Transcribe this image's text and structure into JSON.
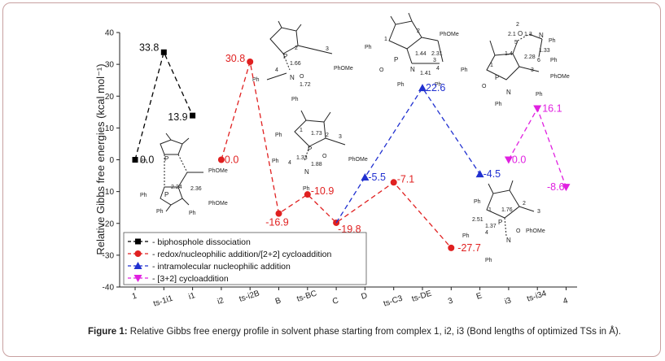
{
  "chart_data": {
    "type": "line",
    "ylabel": "Relative Gibbs free energies (kcal mol⁻¹)",
    "ylim": [
      -40,
      40
    ],
    "yticks": [
      -40,
      -30,
      -20,
      -10,
      0,
      10,
      20,
      30,
      40
    ],
    "categories": [
      "1",
      "ts-1i1",
      "i1",
      "i2",
      "ts-i2B",
      "B",
      "ts-BC",
      "C",
      "D",
      "ts-C3",
      "ts-DE",
      "3",
      "E",
      "i3",
      "ts-i34",
      "4"
    ],
    "legend_position": "bottom-left",
    "series": [
      {
        "name": "biphosphole dissociation",
        "color": "#000000",
        "marker": "square",
        "points": [
          {
            "x": "1",
            "y": 0.0,
            "label": "0.0"
          },
          {
            "x": "ts-1i1",
            "y": 33.8,
            "label": "33.8"
          },
          {
            "x": "i1",
            "y": 13.9,
            "label": "13.9"
          }
        ]
      },
      {
        "name": "redox/nucleophilic addition/[2+2] cycloaddition",
        "color": "#e02020",
        "marker": "circle",
        "points": [
          {
            "x": "i2",
            "y": 0.0,
            "label": "0.0"
          },
          {
            "x": "ts-i2B",
            "y": 30.8,
            "label": "30.8"
          },
          {
            "x": "B",
            "y": -16.9,
            "label": "-16.9"
          },
          {
            "x": "ts-BC",
            "y": -10.9,
            "label": "-10.9"
          },
          {
            "x": "C",
            "y": -19.8,
            "label": "-19.8"
          },
          {
            "x": "ts-C3",
            "y": -7.1,
            "label": "-7.1"
          },
          {
            "x": "3",
            "y": -27.7,
            "label": "-27.7"
          }
        ]
      },
      {
        "name": "intramolecular nucleophilic addition",
        "color": "#2030d0",
        "marker": "triangle-up",
        "points": [
          {
            "x": "C",
            "y": -19.8,
            "label": ""
          },
          {
            "x": "D",
            "y": -5.5,
            "label": "-5.5"
          },
          {
            "x": "ts-DE",
            "y": 22.6,
            "label": "22.6"
          },
          {
            "x": "E",
            "y": -4.5,
            "label": "-4.5"
          }
        ]
      },
      {
        "name": "[3+2] cycloaddition",
        "color": "#e020e0",
        "marker": "triangle-down",
        "points": [
          {
            "x": "i3",
            "y": 0.0,
            "label": "0.0"
          },
          {
            "x": "ts-i34",
            "y": 16.1,
            "label": "16.1"
          },
          {
            "x": "4",
            "y": -8.6,
            "label": "-8.6"
          }
        ]
      }
    ]
  },
  "caption": {
    "bold": "Figure 1:",
    "text": " Relative Gibbs free energy profile in solvent phase starting from complex 1, i2, i3 (Bond lengths of optimized TSs in Å)."
  },
  "structures": {
    "s1": [
      "Ph",
      "P",
      "Ph",
      "PhOMe",
      "2.24",
      "2.36",
      "Ph",
      "P",
      "Ph",
      "PhOMe"
    ],
    "s2": [
      "P",
      "2",
      "3",
      "1.66",
      "PhOMe",
      "Ph",
      "4",
      "N",
      "O",
      "1.72",
      "Ph"
    ],
    "s3": [
      "Ph",
      "1",
      "1.73",
      "2",
      "3",
      "P",
      "O",
      "PhOMe",
      "Ph",
      "4",
      "1.33",
      "1.88",
      "N",
      "Ph"
    ],
    "s4": [
      "PhOMe",
      "Ph",
      "1",
      "2",
      "1.44",
      "2.31",
      "O",
      "P",
      "N",
      "3",
      "1.41",
      "4",
      "Ph",
      "Ph"
    ],
    "s5": [
      "2",
      "2.1",
      "O",
      "1.3",
      "N",
      "Ph",
      "5",
      "1.33",
      "1.4",
      "2.28",
      "6",
      "Ph",
      "Ph",
      "1",
      "3",
      "PhOMe",
      "O",
      "P",
      "N",
      "Ph",
      "Ph"
    ],
    "s6": [
      "Ph",
      "1",
      "1.76",
      "2",
      "3",
      "2.51",
      "1.37",
      "P",
      "O",
      "Ph",
      "4",
      "N",
      "PhOMe",
      "Ph"
    ]
  }
}
